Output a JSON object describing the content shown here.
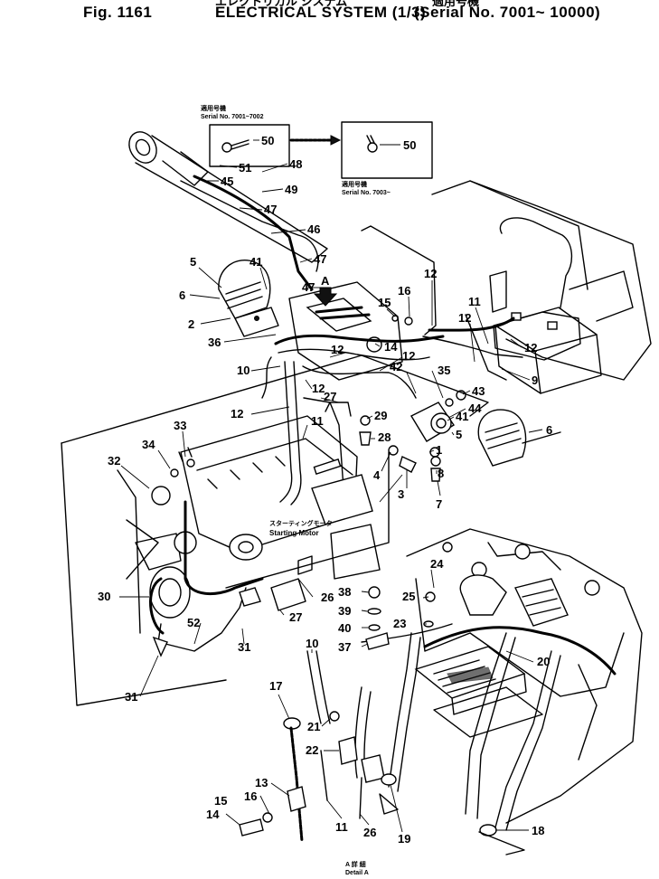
{
  "header": {
    "figure": "Fig. 1161",
    "title": "ELECTRICAL SYSTEM (1/3)",
    "serial": "(Serial No. 7001~ 10000)",
    "title_jp": "エレクトリカル システム",
    "serial_jp": "適用号機"
  },
  "inset": {
    "left_jp": "適用号機",
    "left_serial": "Serial No. 7001~7002",
    "right_jp": "適用号機",
    "right_serial": "Serial No. 7003~"
  },
  "starting_motor": {
    "jp": "スターティングモータ",
    "en": "Starting Motor"
  },
  "detail": {
    "jp": "A 詳 細",
    "en": "Detail A",
    "arrow_label": "A"
  },
  "callouts": [
    {
      "id": "c50a",
      "n": "50"
    },
    {
      "id": "c50b",
      "n": "50"
    },
    {
      "id": "c51",
      "n": "51"
    },
    {
      "id": "c48",
      "n": "48"
    },
    {
      "id": "c49",
      "n": "49"
    },
    {
      "id": "c45",
      "n": "45"
    },
    {
      "id": "c47a",
      "n": "47"
    },
    {
      "id": "c46",
      "n": "46"
    },
    {
      "id": "c47b",
      "n": "47"
    },
    {
      "id": "c47c",
      "n": "47"
    },
    {
      "id": "c41a",
      "n": "41"
    },
    {
      "id": "c5a",
      "n": "5"
    },
    {
      "id": "c6a",
      "n": "6"
    },
    {
      "id": "c2",
      "n": "2"
    },
    {
      "id": "c36",
      "n": "36"
    },
    {
      "id": "c15a",
      "n": "15"
    },
    {
      "id": "c16a",
      "n": "16"
    },
    {
      "id": "c12a",
      "n": "12"
    },
    {
      "id": "c11a",
      "n": "11"
    },
    {
      "id": "c12b",
      "n": "12"
    },
    {
      "id": "c12c",
      "n": "12"
    },
    {
      "id": "c9",
      "n": "9"
    },
    {
      "id": "c14a",
      "n": "14"
    },
    {
      "id": "c12d",
      "n": "12"
    },
    {
      "id": "c42",
      "n": "42"
    },
    {
      "id": "c35",
      "n": "35"
    },
    {
      "id": "c12e",
      "n": "12"
    },
    {
      "id": "c10a",
      "n": "10"
    },
    {
      "id": "c12f",
      "n": "12"
    },
    {
      "id": "c27a",
      "n": "27"
    },
    {
      "id": "c43",
      "n": "43"
    },
    {
      "id": "c44",
      "n": "44"
    },
    {
      "id": "c41b",
      "n": "41"
    },
    {
      "id": "c29",
      "n": "29"
    },
    {
      "id": "c12g",
      "n": "12"
    },
    {
      "id": "c11b",
      "n": "11"
    },
    {
      "id": "c5b",
      "n": "5"
    },
    {
      "id": "c6b",
      "n": "6"
    },
    {
      "id": "c28",
      "n": "28"
    },
    {
      "id": "c1",
      "n": "1"
    },
    {
      "id": "c33",
      "n": "33"
    },
    {
      "id": "c34",
      "n": "34"
    },
    {
      "id": "c32",
      "n": "32"
    },
    {
      "id": "c4",
      "n": "4"
    },
    {
      "id": "c8",
      "n": "8"
    },
    {
      "id": "c3",
      "n": "3"
    },
    {
      "id": "c7",
      "n": "7"
    },
    {
      "id": "c30",
      "n": "30"
    },
    {
      "id": "c24",
      "n": "24"
    },
    {
      "id": "c38",
      "n": "38"
    },
    {
      "id": "c25",
      "n": "25"
    },
    {
      "id": "c26a",
      "n": "26"
    },
    {
      "id": "c39",
      "n": "39"
    },
    {
      "id": "c27b",
      "n": "27"
    },
    {
      "id": "c52",
      "n": "52"
    },
    {
      "id": "c40",
      "n": "40"
    },
    {
      "id": "c23",
      "n": "23"
    },
    {
      "id": "c31a",
      "n": "31"
    },
    {
      "id": "c37",
      "n": "37"
    },
    {
      "id": "c10b",
      "n": "10"
    },
    {
      "id": "c20",
      "n": "20"
    },
    {
      "id": "c31b",
      "n": "31"
    },
    {
      "id": "c17",
      "n": "17"
    },
    {
      "id": "c21",
      "n": "21"
    },
    {
      "id": "c22",
      "n": "22"
    },
    {
      "id": "c13",
      "n": "13"
    },
    {
      "id": "c16b",
      "n": "16"
    },
    {
      "id": "c15b",
      "n": "15"
    },
    {
      "id": "c14b",
      "n": "14"
    },
    {
      "id": "c11c",
      "n": "11"
    },
    {
      "id": "c26b",
      "n": "26"
    },
    {
      "id": "c19",
      "n": "19"
    },
    {
      "id": "c18",
      "n": "18"
    }
  ]
}
